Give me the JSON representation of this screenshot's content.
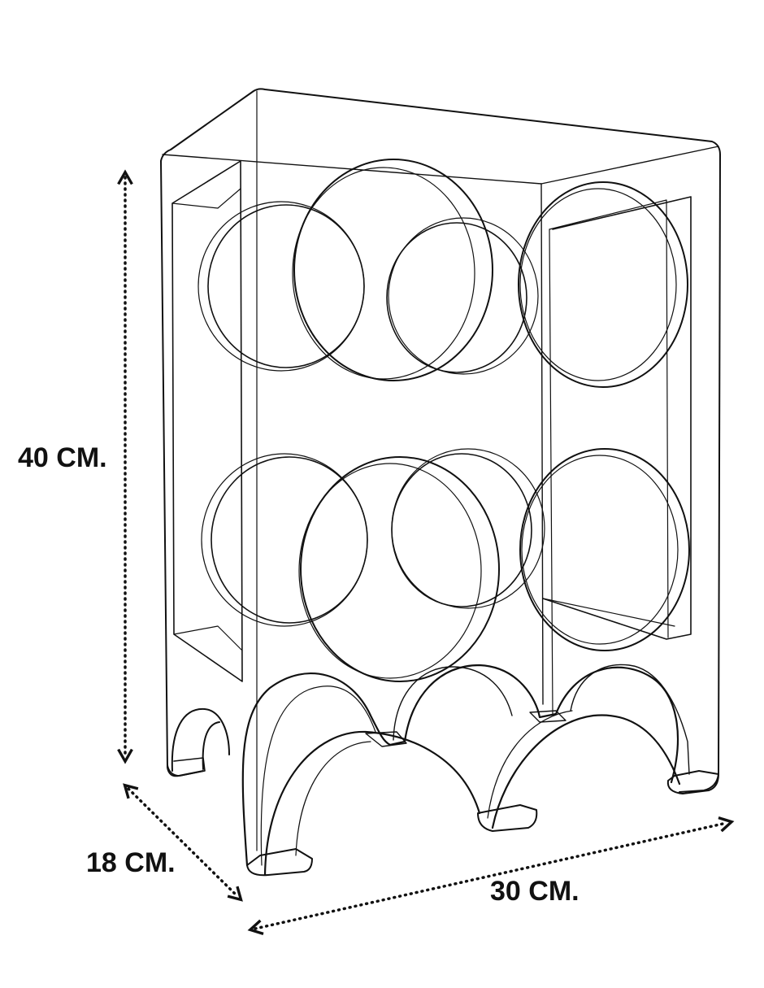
{
  "diagram": {
    "subject": "wine-rack-line-drawing",
    "dimensions": {
      "height": "40 CM.",
      "depth": "18 CM.",
      "width": "30 CM."
    },
    "bottle_holes": 6,
    "arches": 3,
    "colors": {
      "line": "#111111",
      "background": "#ffffff"
    },
    "icons": {
      "dimension_line": "dotted-double-arrow"
    }
  }
}
